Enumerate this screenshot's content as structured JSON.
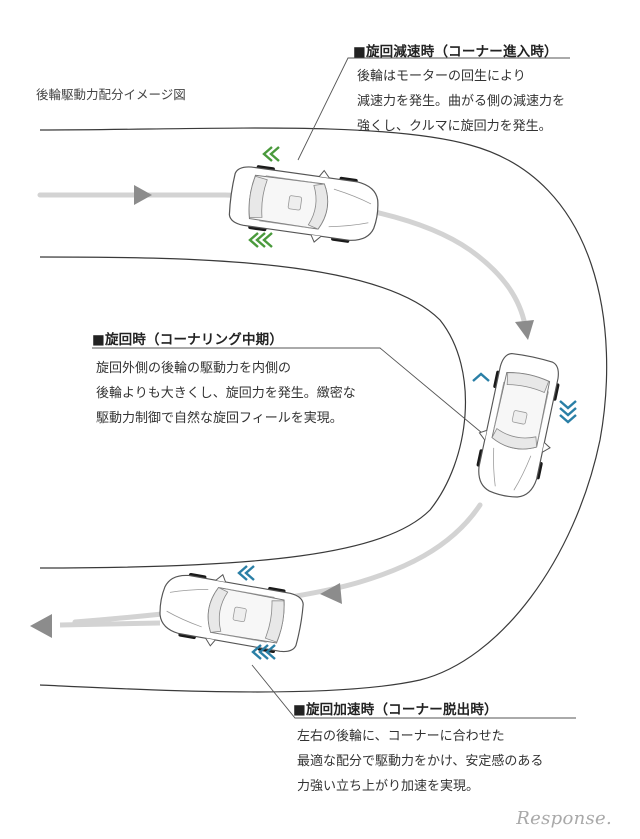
{
  "caption": "後輪駆動力配分イメージ図",
  "sections": [
    {
      "heading": "■旋回減速時（コーナー進入時）",
      "lines": [
        "後輪はモーターの回生により",
        "減速力を発生。曲がる側の減速力を",
        "強くし、クルマに旋回力を発生。"
      ]
    },
    {
      "heading": "■旋回時（コーナリング中期）",
      "lines": [
        "旋回外側の後輪の駆動力を内側の",
        "後輪よりも大きくし、旋回力を発生。緻密な",
        "駆動力制御で自然な旋回フィールを実現。"
      ]
    },
    {
      "heading": "■旋回加速時（コーナー脱出時）",
      "lines": [
        "左右の後輪に、コーナーに合わせた",
        "最適な配分で駆動力をかけ、安定感のある",
        "力強い立ち上がり加速を実現。"
      ]
    }
  ],
  "watermark": "Response.",
  "colors": {
    "road_line": "#3a3a3a",
    "path": "#d3d3d3",
    "green_chevrons": "#4a9a3c",
    "blue_chevrons": "#2a7fa6",
    "car_body": "#ffffff",
    "car_outline": "#555555",
    "tire": "#1a1a1a"
  },
  "icons": [
    "green-chevron-icon",
    "blue-chevron-icon",
    "car-icon",
    "path-arrow-icon"
  ]
}
